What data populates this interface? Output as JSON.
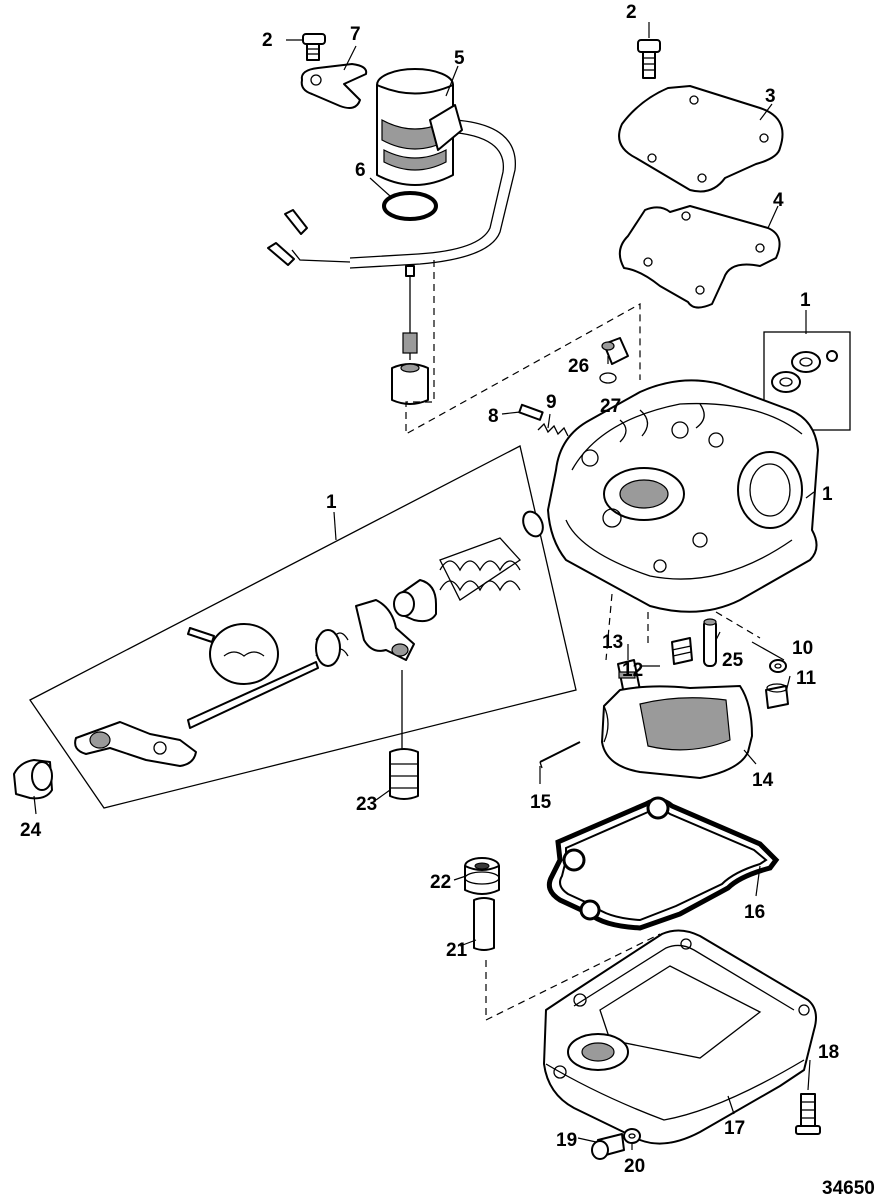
{
  "diagram": {
    "reference_number": "34650",
    "callouts": [
      "1",
      "1",
      "1",
      "2",
      "2",
      "3",
      "4",
      "5",
      "6",
      "7",
      "8",
      "9",
      "10",
      "11",
      "12",
      "13",
      "14",
      "15",
      "16",
      "17",
      "18",
      "19",
      "20",
      "21",
      "22",
      "23",
      "24",
      "25",
      "26",
      "27"
    ]
  }
}
